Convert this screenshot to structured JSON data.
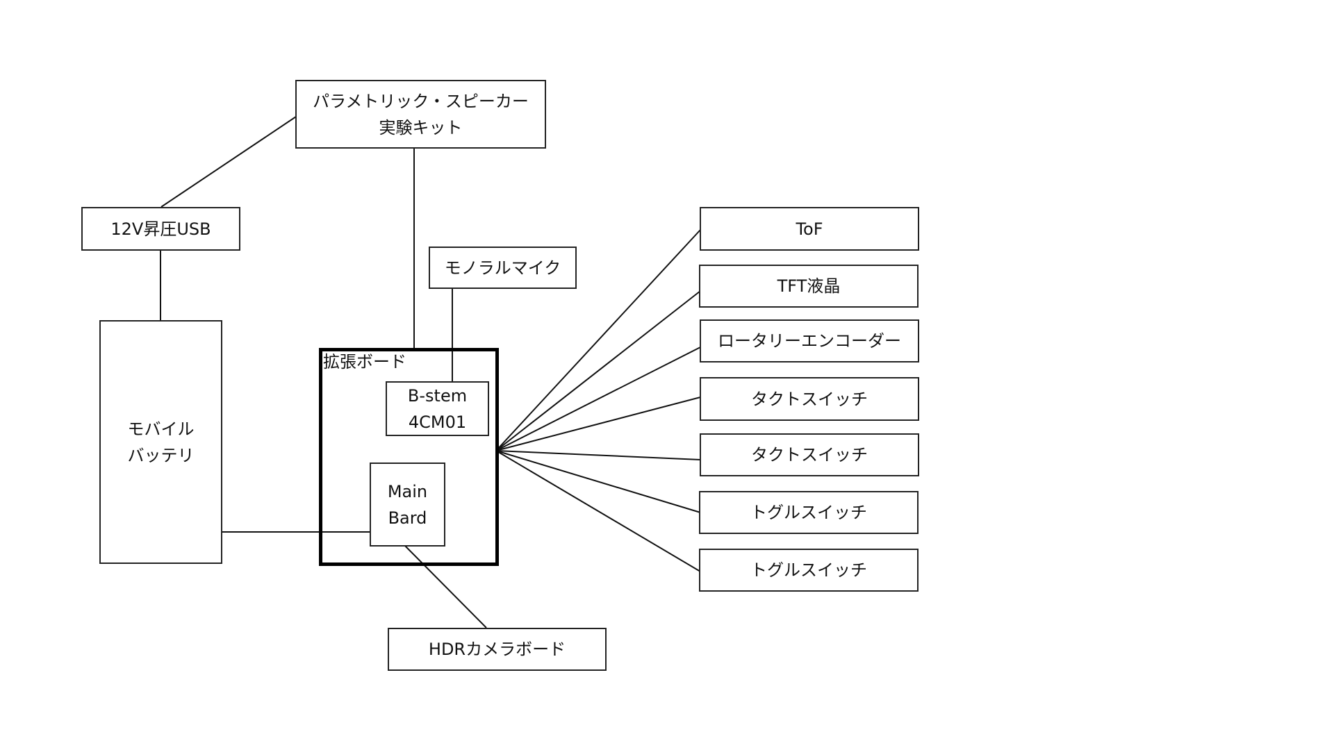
{
  "diagram": {
    "nodes": [
      {
        "id": "speaker",
        "label": "パラメトリック・スピーカー\n実験キット"
      },
      {
        "id": "usb12v",
        "label": "12V昇圧USB"
      },
      {
        "id": "battery",
        "label": "モバイル\nバッテリ"
      },
      {
        "id": "mic",
        "label": "モノラルマイク"
      },
      {
        "id": "expansion",
        "label": "拡張ボード"
      },
      {
        "id": "bstem",
        "label": "B-stem\n4CM01"
      },
      {
        "id": "mainboard",
        "label": "Main\nBard"
      },
      {
        "id": "hdrcam",
        "label": "HDRカメラボード"
      },
      {
        "id": "tof",
        "label": "ToF"
      },
      {
        "id": "tft",
        "label": "TFT液晶"
      },
      {
        "id": "rotary",
        "label": "ロータリーエンコーダー"
      },
      {
        "id": "tact1",
        "label": "タクトスイッチ"
      },
      {
        "id": "tact2",
        "label": "タクトスイッチ"
      },
      {
        "id": "toggle1",
        "label": "トグルスイッチ"
      },
      {
        "id": "toggle2",
        "label": "トグルスイッチ"
      }
    ],
    "edges": [
      [
        "speaker",
        "usb12v"
      ],
      [
        "speaker",
        "expansion"
      ],
      [
        "usb12v",
        "battery"
      ],
      [
        "mic",
        "bstem"
      ],
      [
        "battery",
        "mainboard"
      ],
      [
        "mainboard",
        "hdrcam"
      ],
      [
        "expansion",
        "tof"
      ],
      [
        "expansion",
        "tft"
      ],
      [
        "expansion",
        "rotary"
      ],
      [
        "expansion",
        "tact1"
      ],
      [
        "expansion",
        "tact2"
      ],
      [
        "expansion",
        "toggle1"
      ],
      [
        "expansion",
        "toggle2"
      ]
    ]
  }
}
